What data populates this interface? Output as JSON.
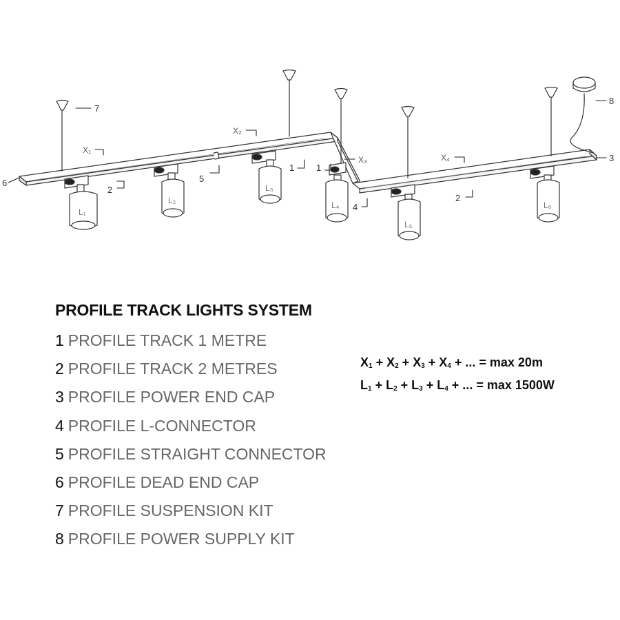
{
  "diagram": {
    "callouts": [
      "7",
      "8",
      "3",
      "6",
      "2",
      "5",
      "1",
      "1",
      "4",
      "2"
    ],
    "dimensions": [
      "X₁",
      "X₂",
      "X₃",
      "X₄"
    ],
    "lamps": [
      "L₁",
      "L₂",
      "L₃",
      "L₄",
      "L₅",
      "L₆"
    ]
  },
  "title": "PROFILE TRACK LIGHTS SYSTEM",
  "legend": [
    {
      "num": "1",
      "text": "PROFILE TRACK 1 METRE"
    },
    {
      "num": "2",
      "text": "PROFILE TRACK 2 METRES"
    },
    {
      "num": "3",
      "text": "PROFILE POWER END CAP"
    },
    {
      "num": "4",
      "text": "PROFILE L-CONNECTOR"
    },
    {
      "num": "5",
      "text": "PROFILE STRAIGHT CONNECTOR"
    },
    {
      "num": "6",
      "text": "PROFILE DEAD END CAP"
    },
    {
      "num": "7",
      "text": "PROFILE SUSPENSION KIT"
    },
    {
      "num": "8",
      "text": "PROFILE POWER SUPPLY KIT"
    }
  ],
  "formulas": {
    "length": {
      "terms": [
        "X",
        "1",
        "X",
        "2",
        "X",
        "3",
        "X",
        "4"
      ],
      "tail": " + ... = max 20m"
    },
    "power": {
      "terms": [
        "L",
        "1",
        "L",
        "2",
        "L",
        "3",
        "L",
        "4"
      ],
      "tail": " + ... = max 1500W"
    }
  }
}
